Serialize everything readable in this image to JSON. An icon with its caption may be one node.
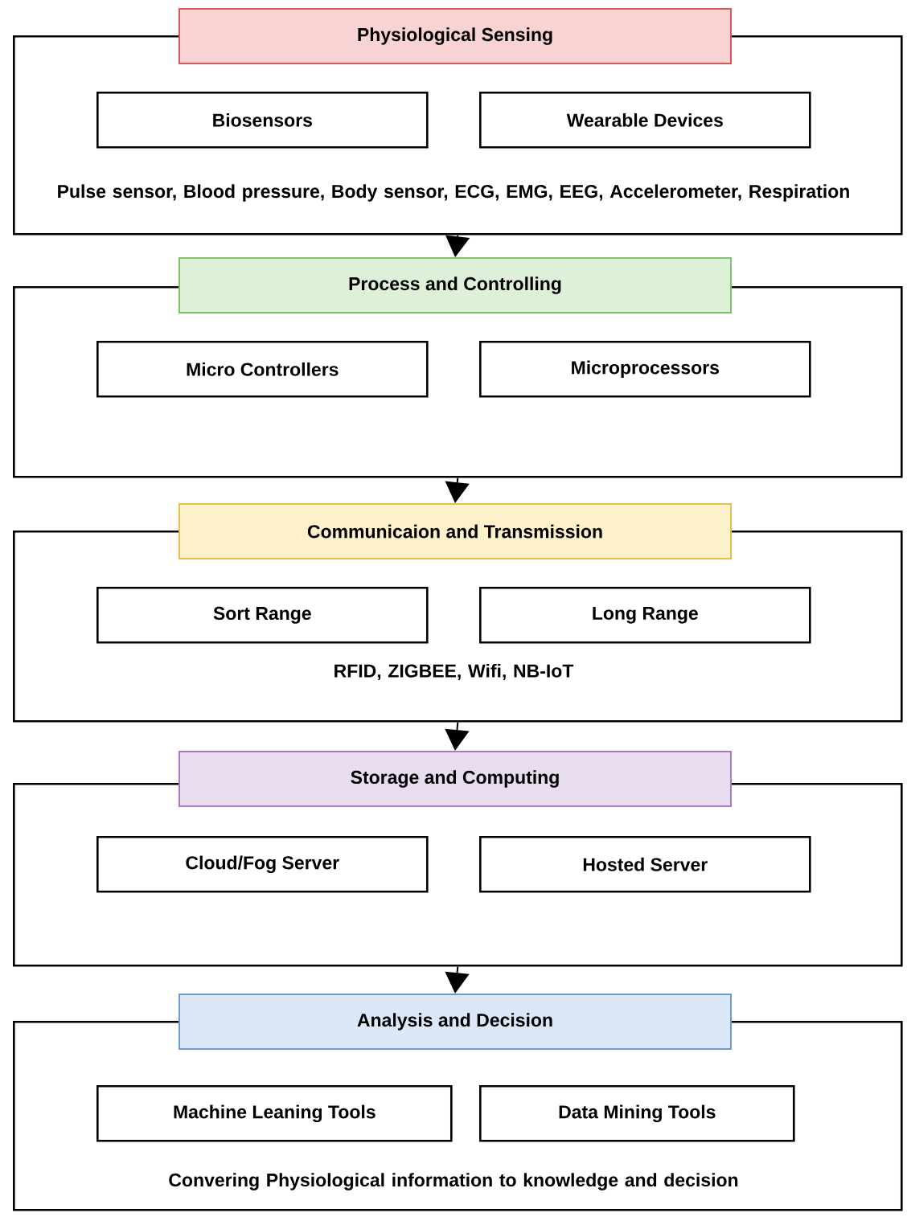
{
  "diagram": {
    "nodes": [
      {
        "text": [
          "Pulse sensor, Blood pressure, Body sensor, ECG, EMG, EEG, Accelerometer, Respiration"
        ]
      },
      {
        "text": [
          "Physiological Sensing"
        ]
      },
      {
        "text": [
          "Biosensors"
        ],
        "in": 0
      },
      {
        "text": [
          "Wearable Devices"
        ],
        "in": 0
      },
      {
        "text": [],
        "shape": "box"
      },
      {
        "text": [
          "Process and Controlling"
        ]
      },
      {
        "text": [
          "Micro Controllers"
        ],
        "in": 4
      },
      {
        "text": [
          "Microprocessors"
        ],
        "in": 4
      },
      {
        "text": [
          "RFID, ZIGBEE, Wifi, NB-IoT"
        ]
      },
      {
        "text": [
          "Communicaion and Transmission"
        ]
      },
      {
        "text": [
          "Sort Range"
        ],
        "in": 8
      },
      {
        "text": [
          "Long Range"
        ],
        "in": 8
      },
      {
        "text": [],
        "shape": "box"
      },
      {
        "text": [
          "Storage and Computing"
        ]
      },
      {
        "text": [
          "Cloud/Fog Server"
        ],
        "in": 12
      },
      {
        "text": [
          "Hosted Server"
        ],
        "in": 12
      },
      {
        "text": [
          "Convering Physiological information to knowledge and decision"
        ]
      },
      {
        "text": [
          "Analysis and Decision"
        ]
      },
      {
        "text": [
          "Machine Leaning Tools"
        ],
        "in": 16
      },
      {
        "text": [
          "Data Mining Tools"
        ],
        "in": 16
      }
    ],
    "edges": [
      {
        "from": 0,
        "to": 5,
        "arrow": "to"
      },
      {
        "from": 4,
        "to": 9,
        "arrow": "to"
      },
      {
        "from": 8,
        "to": 13,
        "arrow": "to"
      },
      {
        "from": 12,
        "to": 17,
        "arrow": "to"
      }
    ]
  }
}
